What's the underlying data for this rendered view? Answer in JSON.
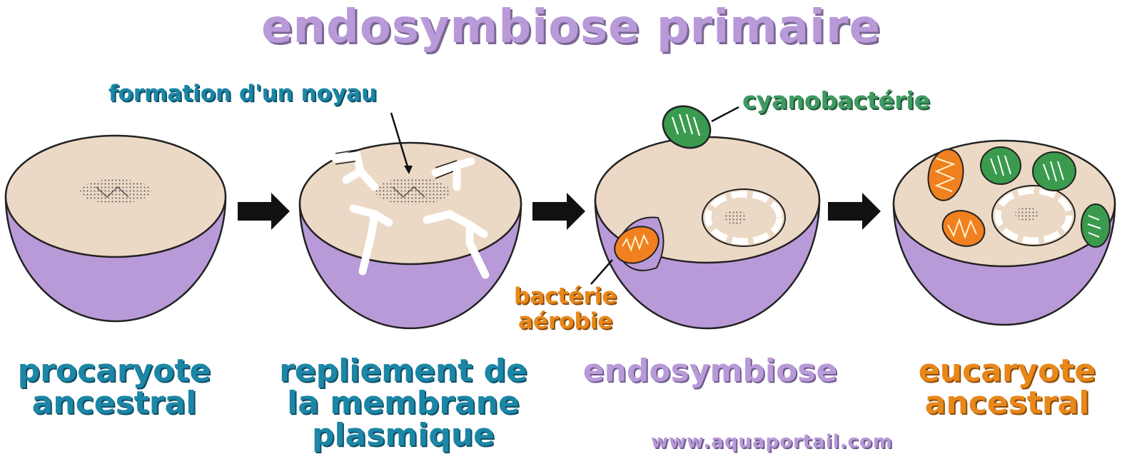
{
  "title": "endosymbiose primaire",
  "annotations": {
    "nucleus": "formation d'un noyau",
    "cyanobacteria": "cyanobactérie",
    "aerobic_line1": "bactérie",
    "aerobic_line2": "aérobie"
  },
  "stages": [
    {
      "line1": "procaryote",
      "line2": "ancestral"
    },
    {
      "line1": "repliement de",
      "line2": "la membrane",
      "line3": "plasmique"
    },
    {
      "line1": "endosymbiose"
    },
    {
      "line1": "eucaryote",
      "line2": "ancestral"
    }
  ],
  "website": "www.aquaportail.com",
  "colors": {
    "title": "#b99ad8",
    "membrane": "#b99ad8",
    "cytoplasm": "#ecd9c5",
    "blue_label": "#1c86a6",
    "green_label": "#3f9a62",
    "orange_label": "#e8871a",
    "chloroplast": "#3a9a4e",
    "mitochondrion": "#f08020"
  }
}
